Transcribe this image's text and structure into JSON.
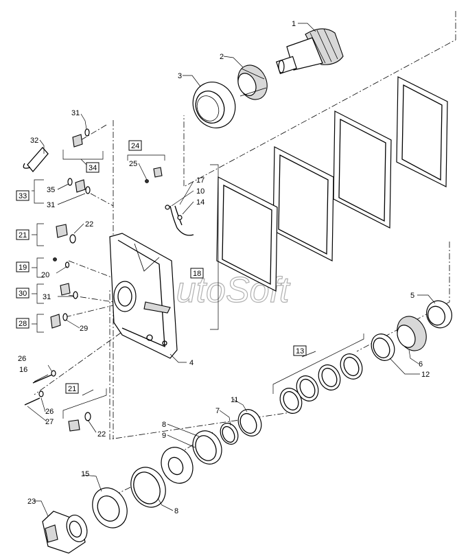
{
  "diagram": {
    "watermark": "AutoSoft",
    "callouts": [
      {
        "id": "c1",
        "label": "1"
      },
      {
        "id": "c2",
        "label": "2"
      },
      {
        "id": "c3",
        "label": "3"
      },
      {
        "id": "c4",
        "label": "4"
      },
      {
        "id": "c5",
        "label": "5"
      },
      {
        "id": "c6",
        "label": "6"
      },
      {
        "id": "c7",
        "label": "7"
      },
      {
        "id": "c8a",
        "label": "8"
      },
      {
        "id": "c8b",
        "label": "8"
      },
      {
        "id": "c9",
        "label": "9"
      },
      {
        "id": "c10",
        "label": "10"
      },
      {
        "id": "c11",
        "label": "11"
      },
      {
        "id": "c12",
        "label": "12"
      },
      {
        "id": "c14",
        "label": "14"
      },
      {
        "id": "c15",
        "label": "15"
      },
      {
        "id": "c16",
        "label": "16"
      },
      {
        "id": "c17",
        "label": "17"
      },
      {
        "id": "c20",
        "label": "20"
      },
      {
        "id": "c22a",
        "label": "22"
      },
      {
        "id": "c22b",
        "label": "22"
      },
      {
        "id": "c23",
        "label": "23"
      },
      {
        "id": "c25",
        "label": "25"
      },
      {
        "id": "c26a",
        "label": "26"
      },
      {
        "id": "c26b",
        "label": "26"
      },
      {
        "id": "c27",
        "label": "27"
      },
      {
        "id": "c29",
        "label": "29"
      },
      {
        "id": "c31a",
        "label": "31"
      },
      {
        "id": "c31b",
        "label": "31"
      },
      {
        "id": "c31c",
        "label": "31"
      },
      {
        "id": "c32",
        "label": "32"
      },
      {
        "id": "c35",
        "label": "35"
      }
    ],
    "boxed_callouts": [
      {
        "id": "b13",
        "label": "13"
      },
      {
        "id": "b18",
        "label": "18"
      },
      {
        "id": "b19",
        "label": "19"
      },
      {
        "id": "b21a",
        "label": "21"
      },
      {
        "id": "b21b",
        "label": "21"
      },
      {
        "id": "b24",
        "label": "24"
      },
      {
        "id": "b28",
        "label": "28"
      },
      {
        "id": "b30",
        "label": "30"
      },
      {
        "id": "b33",
        "label": "33"
      },
      {
        "id": "b34",
        "label": "34"
      }
    ]
  }
}
